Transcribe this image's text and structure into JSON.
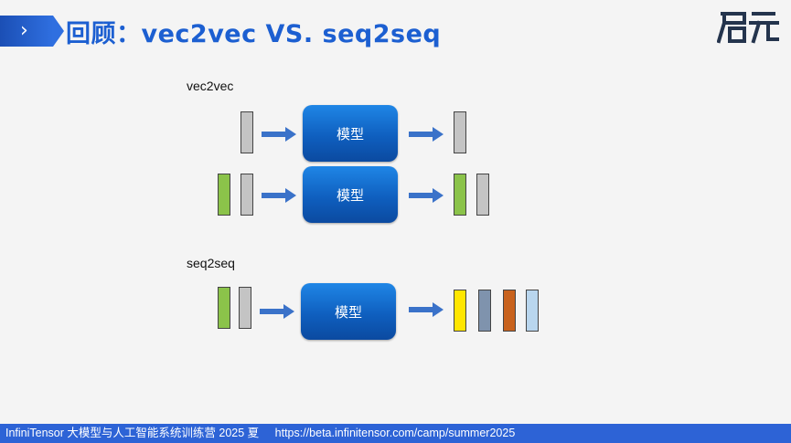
{
  "title": "回顾：vec2vec VS. seq2seq",
  "logo": {
    "text": "启元"
  },
  "colors": {
    "accent": "#1c5fd1",
    "model_box": "#0f5fbf",
    "gray_vector": "#c4c4c4",
    "green_vector": "#8bc34a",
    "yellow_vector": "#ffe600",
    "slate_vector": "#7f93ad",
    "orange_vector": "#c8621d",
    "lightblue_vector": "#b9d6ee",
    "arrow": "#3a72c9"
  },
  "sections": {
    "vec2vec": {
      "label": "vec2vec",
      "rows": [
        {
          "inputs": [
            "gray"
          ],
          "model": "模型",
          "outputs": [
            "gray"
          ]
        },
        {
          "inputs": [
            "green",
            "gray"
          ],
          "model": "模型",
          "outputs": [
            "green",
            "gray"
          ]
        }
      ]
    },
    "seq2seq": {
      "label": "seq2seq",
      "rows": [
        {
          "inputs": [
            "green",
            "gray"
          ],
          "model": "模型",
          "outputs": [
            "yellow",
            "slate",
            "orange",
            "lightblue"
          ]
        }
      ]
    }
  },
  "footer": {
    "course": "InfiniTensor 大模型与人工智能系统训练营 2025 夏",
    "url": "https://beta.infinitensor.com/camp/summer2025"
  }
}
